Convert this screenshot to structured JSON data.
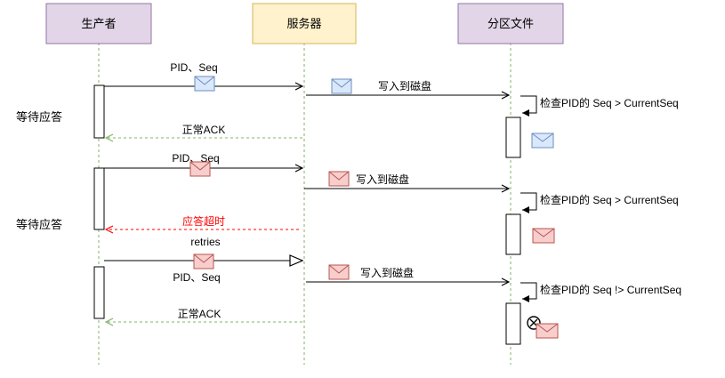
{
  "participants": [
    {
      "id": "producer",
      "label": "生产者",
      "fill": "#e1d5e7",
      "stroke": "#9673a6"
    },
    {
      "id": "server",
      "label": "服务器",
      "fill": "#fff2cc",
      "stroke": "#d6b656"
    },
    {
      "id": "partition",
      "label": "分区文件",
      "fill": "#e1d5e7",
      "stroke": "#9673a6"
    }
  ],
  "side_labels": [
    "等待应答",
    "等待应答"
  ],
  "messages": [
    {
      "id": "send-1",
      "label": "PID、Seq"
    },
    {
      "id": "write-1",
      "label": "写入到磁盘"
    },
    {
      "id": "check-1",
      "label": "检查PID的 Seq > CurrentSeq"
    },
    {
      "id": "ack-1",
      "label": "正常ACK"
    },
    {
      "id": "send-2",
      "label": "PID、Seq"
    },
    {
      "id": "write-2",
      "label": "写入到磁盘"
    },
    {
      "id": "check-2",
      "label": "检查PID的 Seq > CurrentSeq"
    },
    {
      "id": "timeout",
      "label": "应答超时"
    },
    {
      "id": "retries",
      "label": "retries"
    },
    {
      "id": "send-3",
      "label": "PID、Seq"
    },
    {
      "id": "write-3",
      "label": "写入到磁盘"
    },
    {
      "id": "check-3",
      "label": "检查PID的 Seq !> CurrentSeq"
    },
    {
      "id": "ack-3",
      "label": "正常ACK"
    }
  ],
  "colors": {
    "blue_envelope": "#dae8fc",
    "blue_envelope_stroke": "#6c8ebf",
    "red_envelope": "#f8cecc",
    "red_envelope_stroke": "#b85450",
    "ack_line": "#82b366",
    "timeout_line": "#ff0000",
    "lifeline": "#82b366"
  }
}
